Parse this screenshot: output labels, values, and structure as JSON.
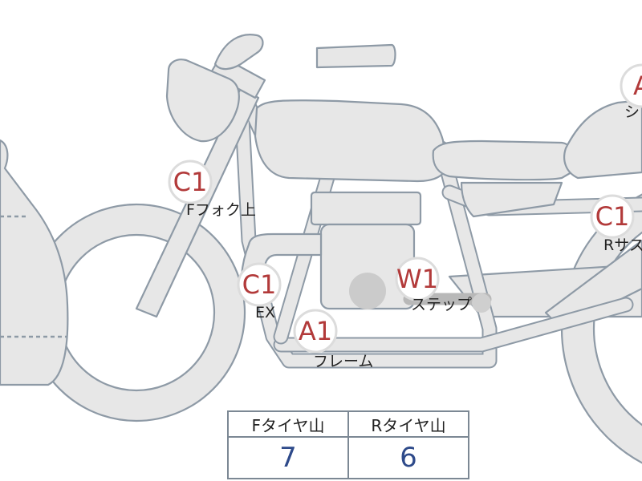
{
  "inspection_badges": [
    {
      "id": "c1-ffork",
      "code": "C1",
      "label": "Fフォク上"
    },
    {
      "id": "c1-ex",
      "code": "C1",
      "label": "EX"
    },
    {
      "id": "a1-frame",
      "code": "A1",
      "label": "フレーム"
    },
    {
      "id": "w1-step",
      "code": "W1",
      "label": "ステップ"
    },
    {
      "id": "c1-rsus",
      "code": "C1",
      "label": "Rサス"
    },
    {
      "id": "a-seat",
      "code": "A",
      "label": "シ"
    }
  ],
  "tire_table": {
    "headers": [
      "Fタイヤ山",
      "Rタイヤ山"
    ],
    "values": [
      "7",
      "6"
    ]
  },
  "colors": {
    "badge_text": "#b23a3a",
    "table_value": "#2e4a8a",
    "bike_fill": "#e7e7e7",
    "bike_stroke": "#8e9aa6"
  }
}
